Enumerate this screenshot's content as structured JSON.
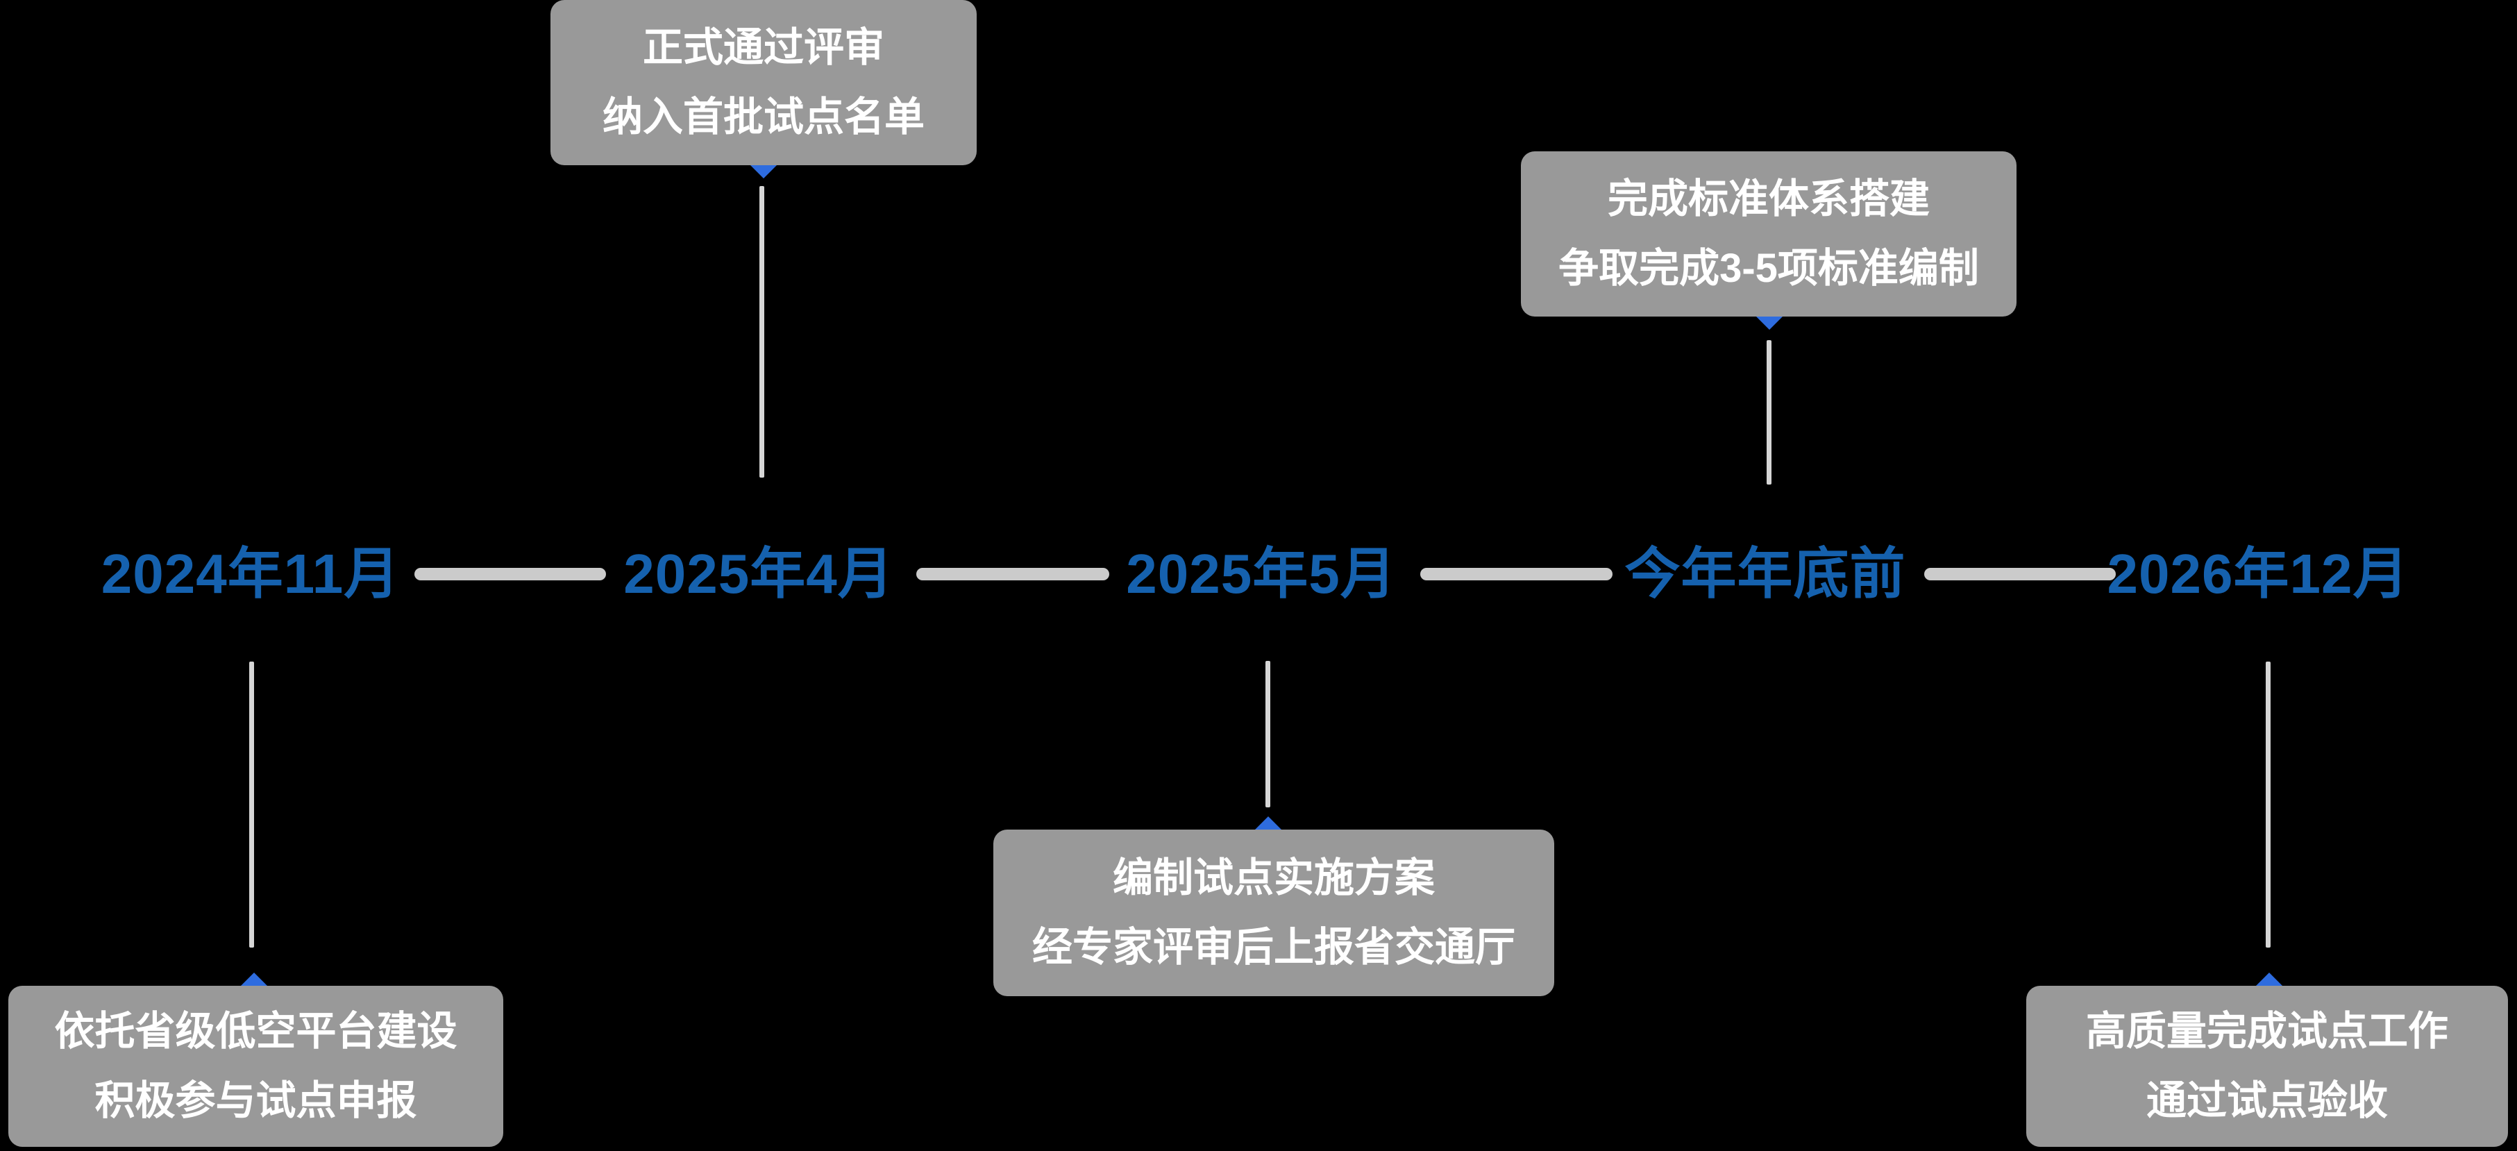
{
  "canvas": {
    "background": "#000000"
  },
  "colors": {
    "date_text": "#1561ae",
    "callout_bg": "#999999",
    "callout_text": "#ffffff",
    "horizontal_segment": "#cbcbcb",
    "vertical_connector": "#d6d6d6",
    "arrow": "#2e6cdf"
  },
  "timeline": {
    "type": "horizontal-milestone-timeline",
    "milestones": [
      {
        "date": "2024年11月",
        "callout_position": "below",
        "callout": {
          "line1": "依托省级低空平台建设",
          "line2": "积极参与试点申报"
        }
      },
      {
        "date": "2025年4月",
        "callout_position": "above",
        "callout": {
          "line1": "正式通过评审",
          "line2": "纳入首批试点名单"
        }
      },
      {
        "date": "2025年5月",
        "callout_position": "below",
        "callout": {
          "line1": "编制试点实施方案",
          "line2": "经专家评审后上报省交通厅"
        }
      },
      {
        "date": "今年年底前",
        "callout_position": "above",
        "callout": {
          "line1": "完成标准体系搭建",
          "line2": "争取完成3-5项标准编制"
        }
      },
      {
        "date": "2026年12月",
        "callout_position": "below",
        "callout": {
          "line1": "高质量完成试点工作",
          "line2": "通过试点验收"
        }
      }
    ]
  }
}
